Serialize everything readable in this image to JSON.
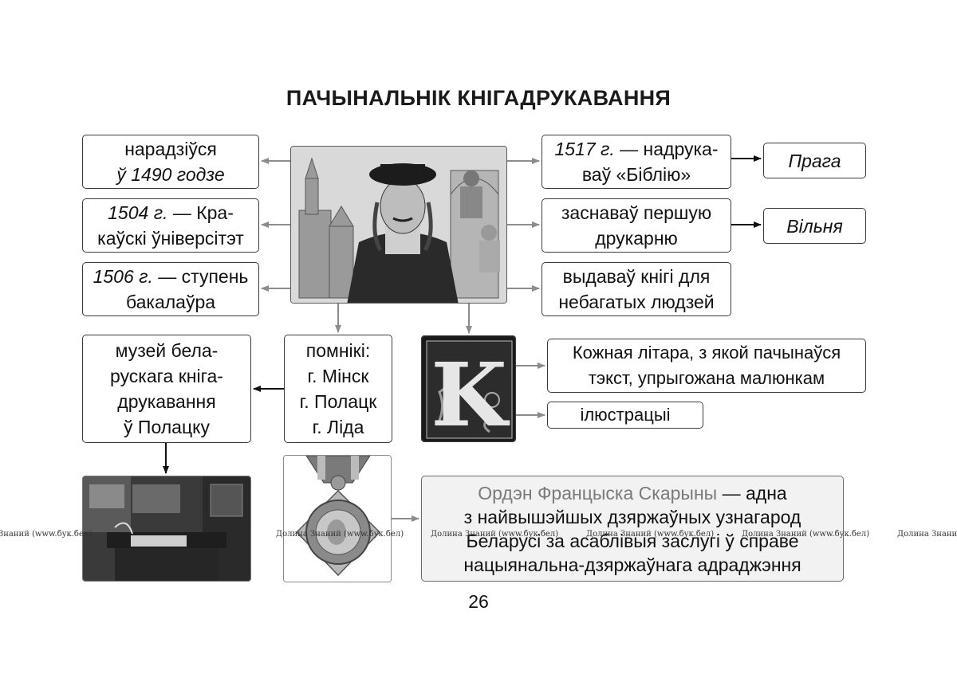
{
  "title": "ПАЧЫНАЛЬНІК КНІГАДРУКАВАННЯ",
  "left_boxes": [
    {
      "line1": "нарадзіўся",
      "line2": "ў 1490 годзе"
    },
    {
      "line1_italic": "1504 г.",
      "line1_rest": " — Кра-",
      "line2": "каўскі ўніверсітэт"
    },
    {
      "line1_italic": "1506 г.",
      "line1_rest": " — ступень",
      "line2": "бакалаўра"
    }
  ],
  "right_boxes": [
    {
      "line1_italic": "1517 г.",
      "line1_rest": " — надрука-",
      "line2": "ваў «Біблію»"
    },
    {
      "line1": "заснаваў першую",
      "line2": "друкарню"
    },
    {
      "line1": "выдаваў кнігі для",
      "line2": "небагатых людзей"
    }
  ],
  "city_boxes": [
    "Прага",
    "Вільня"
  ],
  "monuments": {
    "lines": [
      "помнікі:",
      "г. Мінск",
      "г. Полацк",
      "г. Ліда"
    ]
  },
  "museum": {
    "lines": [
      "музей бела-",
      "рускага кніга-",
      "друкавання",
      "ў Полацку"
    ]
  },
  "initial_letter": {
    "letter": "K",
    "line1": "Кожная літара, з якой пачынаўся",
    "line2": "тэкст, упрыгожана малюнкам"
  },
  "illustrations": "ілюстрацыі",
  "order": {
    "name": "Ордэн Францыска Скарыны",
    "rest1": " — адна",
    "line2": "з найвышэйшых дзяржаўных узнагарод",
    "line3": "Беларусі за асаблівыя заслугі ў справе",
    "line4": "нацыянальна-дзяржаўнага адраджэння"
  },
  "watermark_text": "Долина Знаний (www.бук.бел)",
  "watermark_text_short": "Знаний (www.бук.бел)",
  "page_number": "26",
  "colors": {
    "arrow_gray": "#8c8c8c",
    "arrow_black": "#111111",
    "border": "#3a3a3a"
  }
}
